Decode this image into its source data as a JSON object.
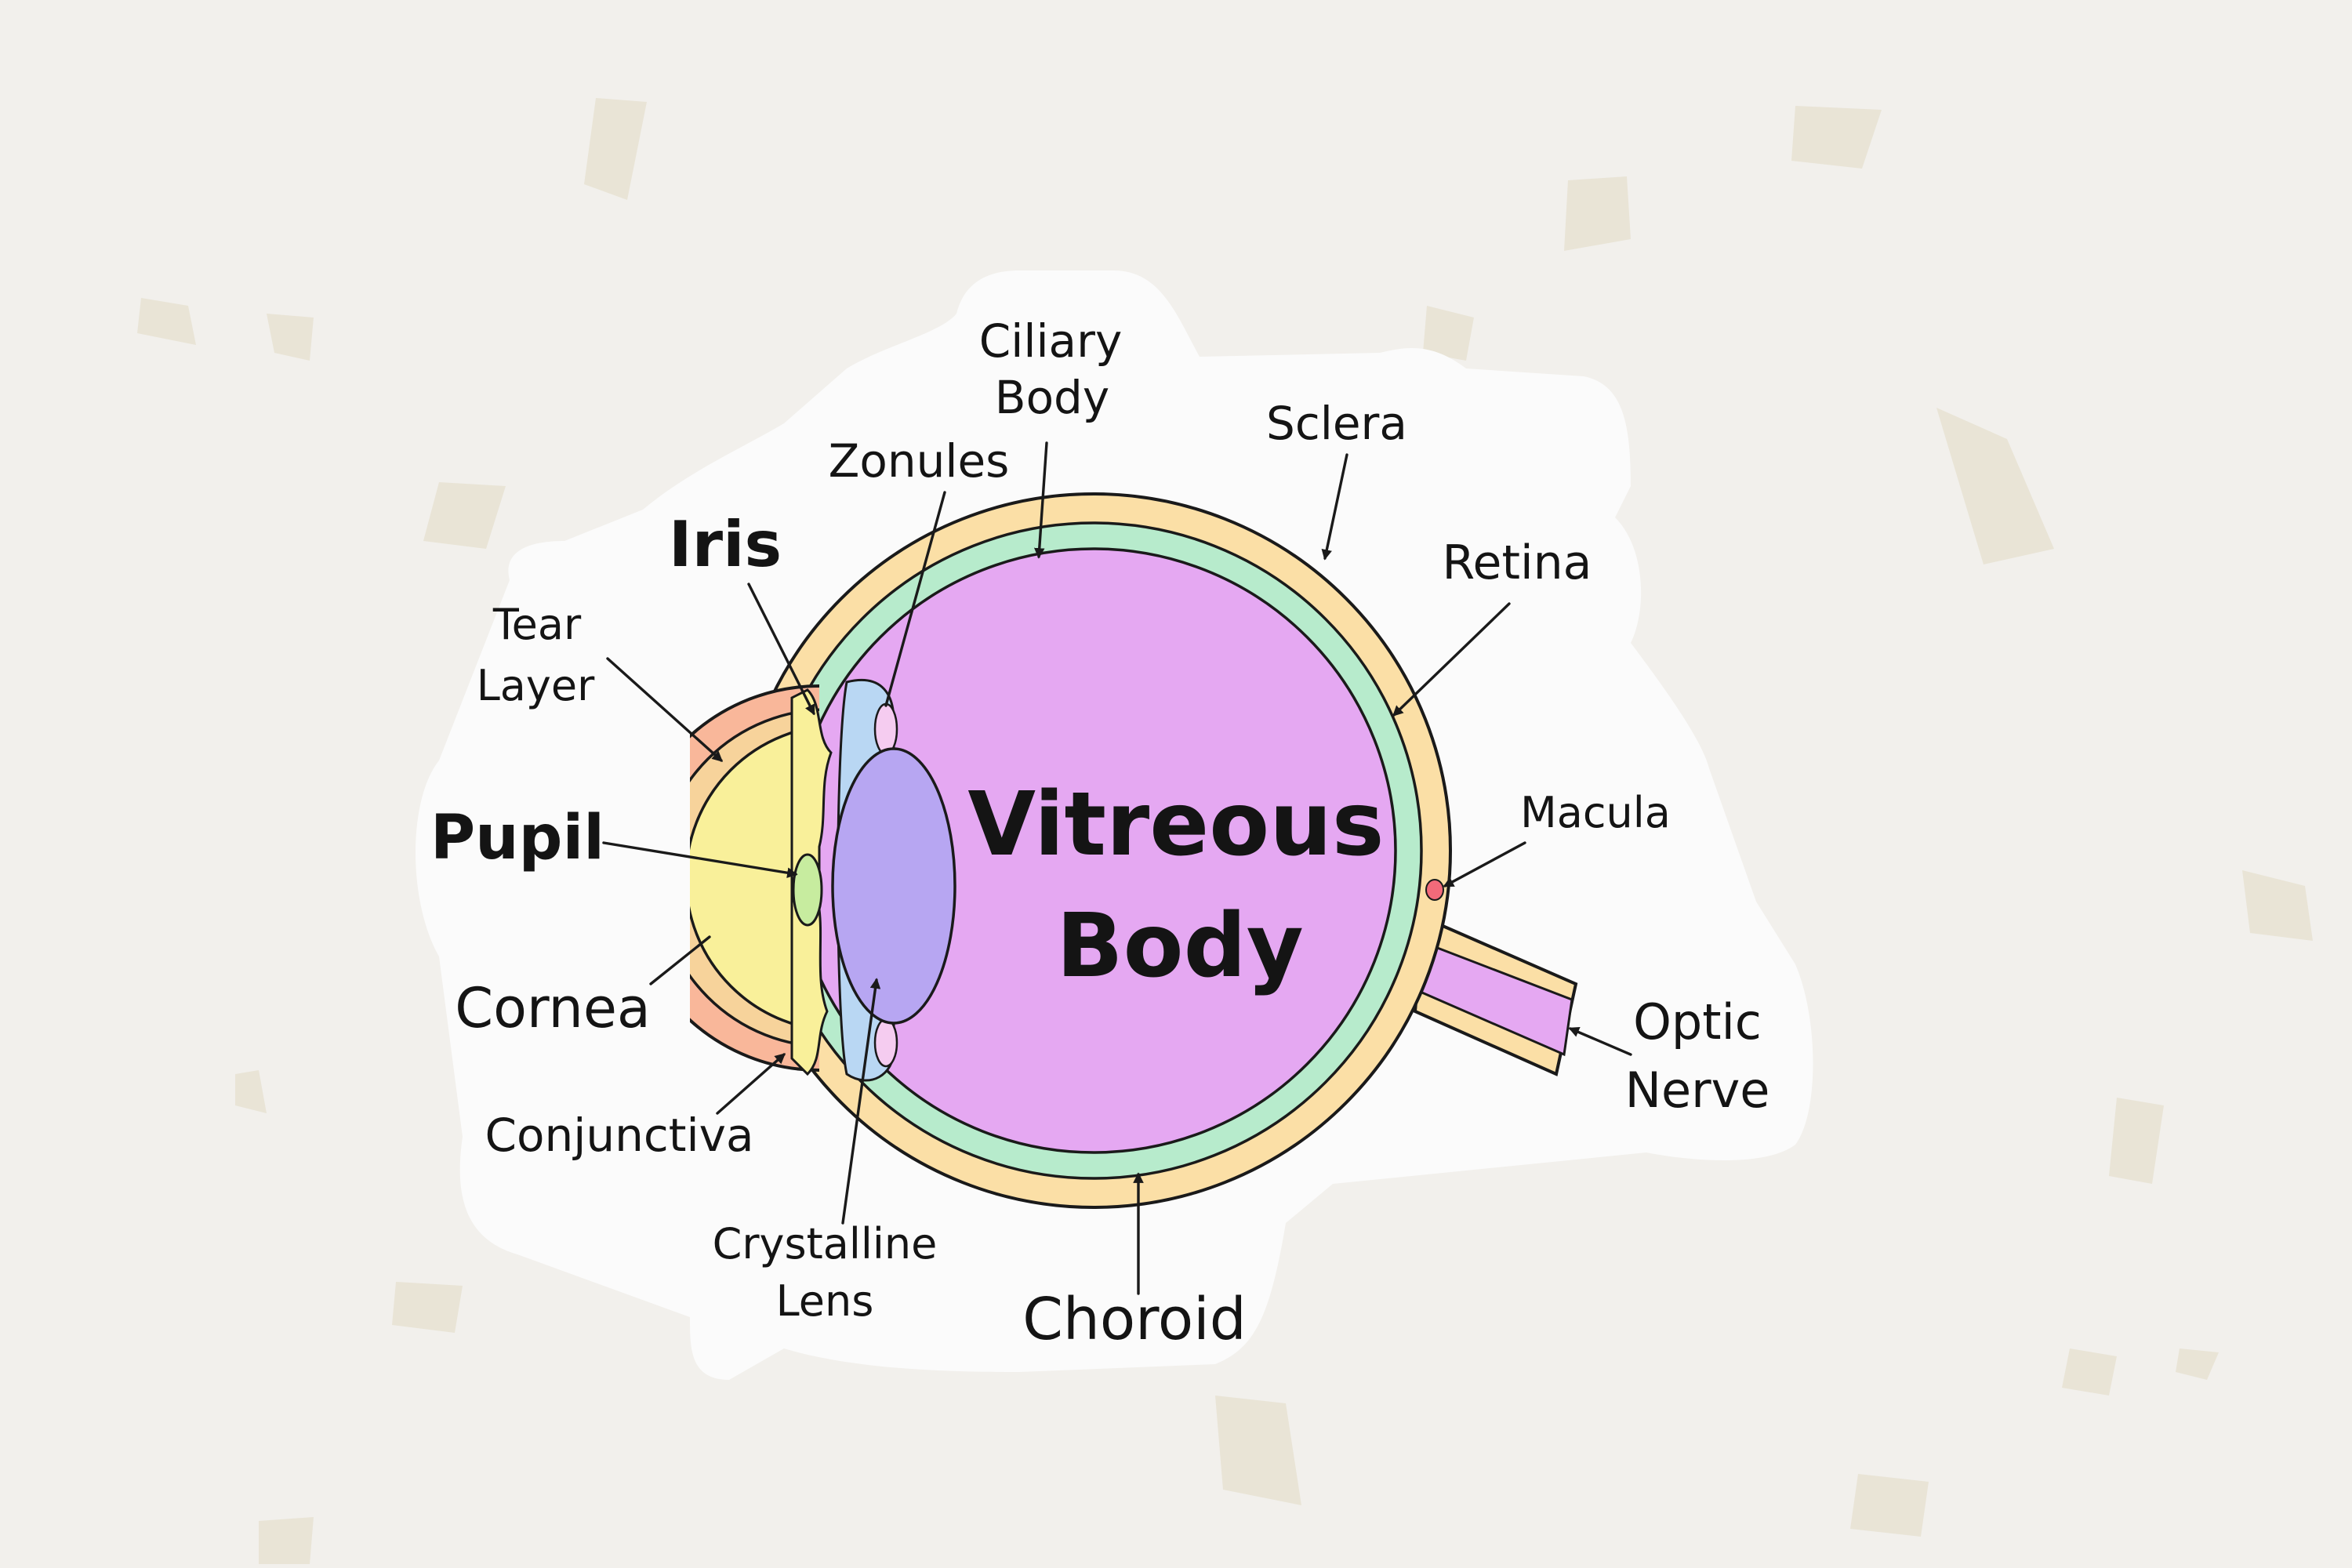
{
  "colors": {
    "background": "#f2f0ec",
    "sticker": "#fbfbfb",
    "sclera": "#fbdfa6",
    "choroid_retina": "#b7ebcc",
    "vitreous": "#e5a8f2",
    "lens": "#b7a6f2",
    "cornea": "#f9b79a",
    "iris": "#f9f09a",
    "pupil": "#c7ec9f",
    "macula": "#f26a7a",
    "outline": "#1a1a1a"
  },
  "diagram": {
    "center_label_line1": "Vitreous",
    "center_label_line2": "Body",
    "labels": {
      "ciliary_body_line1": "Ciliary",
      "ciliary_body_line2": "Body",
      "sclera": "Sclera",
      "zonules": "Zonules",
      "iris": "Iris",
      "retina": "Retina",
      "tear_layer_line1": "Tear",
      "tear_layer_line2": "Layer",
      "pupil": "Pupil",
      "macula": "Macula",
      "cornea": "Cornea",
      "optic_nerve_line1": "Optic",
      "optic_nerve_line2": "Nerve",
      "conjunctiva": "Conjunctiva",
      "crystalline_lens_line1": "Crystalline",
      "crystalline_lens_line2": "Lens",
      "choroid": "Choroid"
    }
  }
}
